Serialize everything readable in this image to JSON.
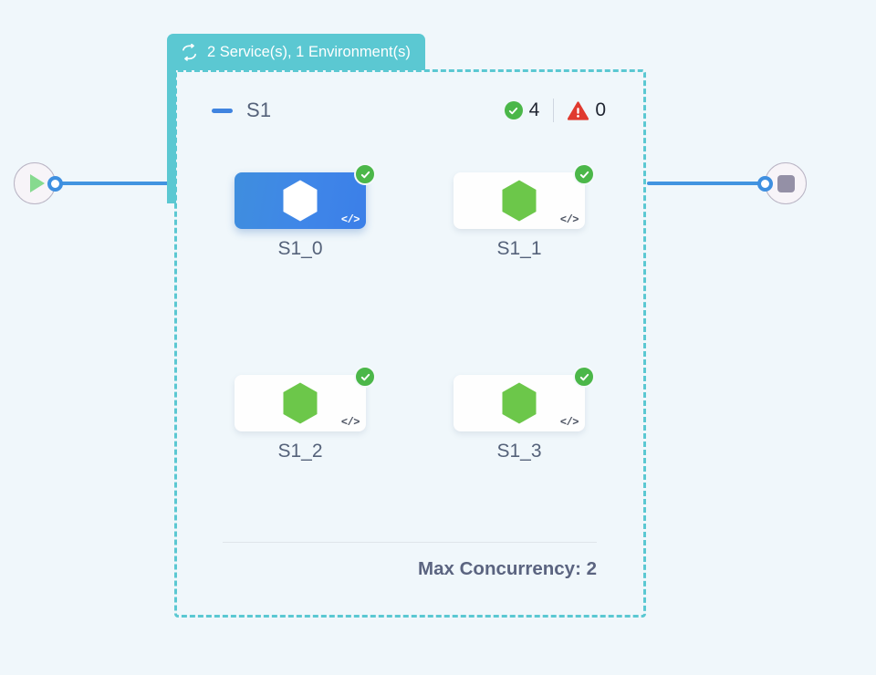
{
  "canvas": {
    "background_color": "#f0f7fb"
  },
  "start_node": {
    "name": "start-node",
    "icon": "play-icon",
    "icon_color": "#86da8f",
    "port": "output-port"
  },
  "end_node": {
    "name": "end-node",
    "icon": "stop-icon",
    "icon_color": "#9490a6",
    "port": "input-port"
  },
  "edges": [
    {
      "name": "edge-start-to-group",
      "color": "#4294e0"
    },
    {
      "name": "edge-group-to-end",
      "color": "#4294e0"
    }
  ],
  "group": {
    "tab": {
      "icon": "loop-icon",
      "label": "2 Service(s), 1 Environment(s)",
      "background_color": "#5bc8d2",
      "text_color": "#ffffff"
    },
    "border_color": "#5bc8d2",
    "header": {
      "collapse_icon": "minus-icon",
      "collapse_icon_color": "#4084e0",
      "title": "S1",
      "success": {
        "icon": "check-circle-icon",
        "color": "#4bb749",
        "count": "4"
      },
      "warning": {
        "icon": "warning-triangle-icon",
        "color": "#e03a2f",
        "count": "0"
      }
    },
    "nodes": [
      {
        "label": "S1_0",
        "selected": true,
        "logo": "hexagon-infinity-icon",
        "logo_color": "#ffffff",
        "status": "check-badge-icon",
        "status_color": "#4bb749",
        "code_icon": "code-icon",
        "code_glyph": "</>"
      },
      {
        "label": "S1_1",
        "selected": false,
        "logo": "hexagon-infinity-icon",
        "logo_color": "#6cc74a",
        "status": "check-badge-icon",
        "status_color": "#4bb749",
        "code_icon": "code-icon",
        "code_glyph": "</>"
      },
      {
        "label": "S1_2",
        "selected": false,
        "logo": "hexagon-infinity-icon",
        "logo_color": "#6cc74a",
        "status": "check-badge-icon",
        "status_color": "#4bb749",
        "code_icon": "code-icon",
        "code_glyph": "</>"
      },
      {
        "label": "S1_3",
        "selected": false,
        "logo": "hexagon-infinity-icon",
        "logo_color": "#6cc74a",
        "status": "check-badge-icon",
        "status_color": "#4bb749",
        "code_icon": "code-icon",
        "code_glyph": "</>"
      }
    ],
    "footer": {
      "concurrency_label": "Max Concurrency: 2"
    }
  }
}
